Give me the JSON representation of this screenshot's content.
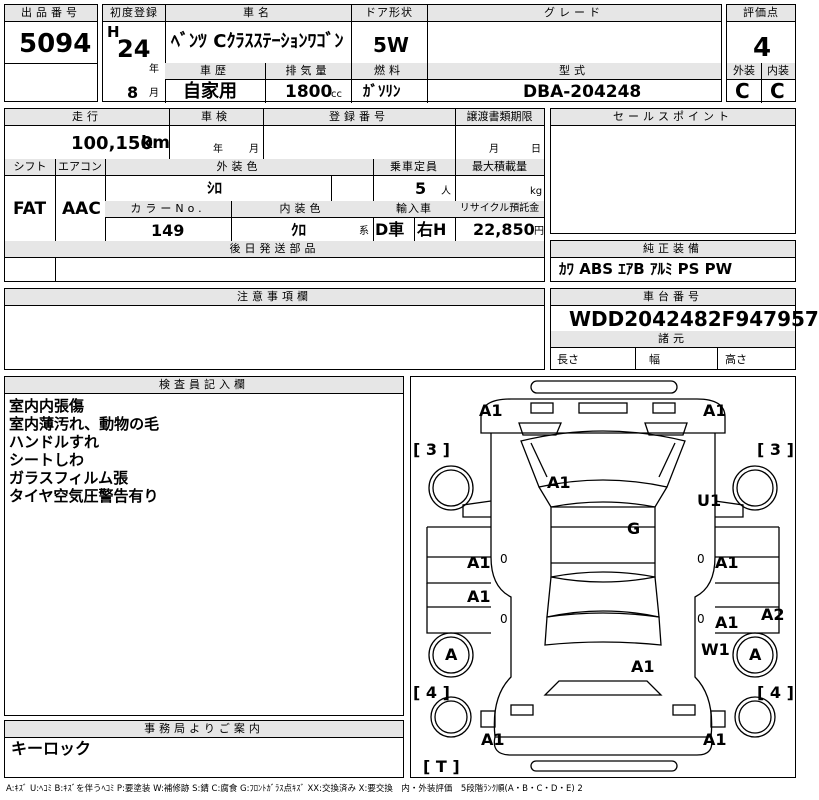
{
  "lot": {
    "label": "出品番号",
    "value": "5094"
  },
  "first_reg": {
    "label": "初度登録",
    "era": "H",
    "year": "24",
    "year_unit": "年",
    "month": "8",
    "month_unit": "月"
  },
  "car_name": {
    "label": "車名",
    "value": "ﾍﾞﾝﾂ Cｸﾗｽｽﾃｰｼｮﾝﾜｺﾞﾝ"
  },
  "door": {
    "label": "ドア形状",
    "value": "5W"
  },
  "grade": {
    "label": "グレード",
    "value": ""
  },
  "score": {
    "label": "評価点",
    "value": "4"
  },
  "history": {
    "label": "車歴",
    "value": "自家用"
  },
  "displacement": {
    "label": "排気量",
    "value": "1800",
    "unit": "cc"
  },
  "fuel": {
    "label": "燃料",
    "value": "ｶﾞｿﾘﾝ"
  },
  "model": {
    "label": "型式",
    "value": "DBA-204248"
  },
  "ext_grade": {
    "label": "外装",
    "value": "C"
  },
  "int_grade": {
    "label": "内装",
    "value": "C"
  },
  "mileage": {
    "label": "走行",
    "value": "100,150",
    "unit": "km"
  },
  "inspection": {
    "label": "車検",
    "year_unit": "年",
    "month_unit": "月"
  },
  "registration": {
    "label": "登録番号",
    "value": ""
  },
  "transfer_doc": {
    "label": "譲渡書類期限",
    "month_unit": "月",
    "day_unit": "日"
  },
  "sales_points": {
    "label": "セールスポイント",
    "value": ""
  },
  "shift": {
    "label": "シフト",
    "value": "FAT"
  },
  "aircon": {
    "label": "エアコン",
    "value": "AAC"
  },
  "ext_color": {
    "label": "外装色",
    "value": "ｼﾛ"
  },
  "capacity": {
    "label": "乗車定員",
    "value": "5",
    "unit": "人"
  },
  "max_load": {
    "label": "最大積載量",
    "unit": "kg"
  },
  "color_no": {
    "label": "カラーNo.",
    "value": "149"
  },
  "int_color": {
    "label": "内装色",
    "value": "ｸﾛ",
    "unit": "系"
  },
  "import": {
    "label": "輸入車",
    "value1": "D車",
    "value2": "右H"
  },
  "recycle": {
    "label": "リサイクル預託金",
    "value": "22,850",
    "unit": "円"
  },
  "later_parts": {
    "label": "後日発送部品",
    "value": ""
  },
  "equipment": {
    "label": "純正装備",
    "value": "ｶﾜ ABS ｴｱB ｱﾙﾐ PS PW"
  },
  "caution": {
    "label": "注意事項欄",
    "value": ""
  },
  "chassis": {
    "label": "車台番号",
    "value": "WDD2042482F947957"
  },
  "specs": {
    "label": "諸元",
    "length": "長さ",
    "width": "幅",
    "height": "高さ"
  },
  "inspector": {
    "label": "検査員記入欄",
    "notes": [
      "室内内張傷",
      "室内薄汚れ、動物の毛",
      "ハンドルすれ",
      "シートしわ",
      "ガラスフィルム張",
      "タイヤ空気圧警告有り"
    ]
  },
  "office": {
    "label": "事務局よりご案内",
    "value": "キーロック"
  },
  "diagram": {
    "tl": "A1",
    "tr": "A1",
    "bl": "A1",
    "br": "A1",
    "fl3": "[ 3 ]",
    "fr3": "[ 3 ]",
    "rl4": "[ 4 ]",
    "rr4": "[ 4 ]",
    "rear_t": "[ T ]",
    "hood": "A1",
    "fender_r": "U1",
    "roof": "G",
    "door_fl": "A1",
    "door_fr": "A1",
    "door_rl": "A1",
    "door_rr": "A1",
    "quarter_r": "A2",
    "wheel_rr_mark": "W1",
    "trunk": "A1",
    "tire_fl": "A",
    "tire_fr": "A",
    "mark_o1": "0",
    "mark_o2": "0",
    "mark_o3": "0",
    "mark_o4": "0"
  },
  "legend": "A:ｷｽﾞ U:ﾍｺﾐ B:ｷｽﾞを伴うﾍｺﾐ P:要塗装 W:補修跡 S:錆 C:腐食 G:ﾌﾛﾝﾄｶﾞﾗｽ点ｷｽﾞ XX:交換済み X:要交換　内・外装評価　5段階ﾗﾝｸ順(A・B・C・D・E) 2"
}
